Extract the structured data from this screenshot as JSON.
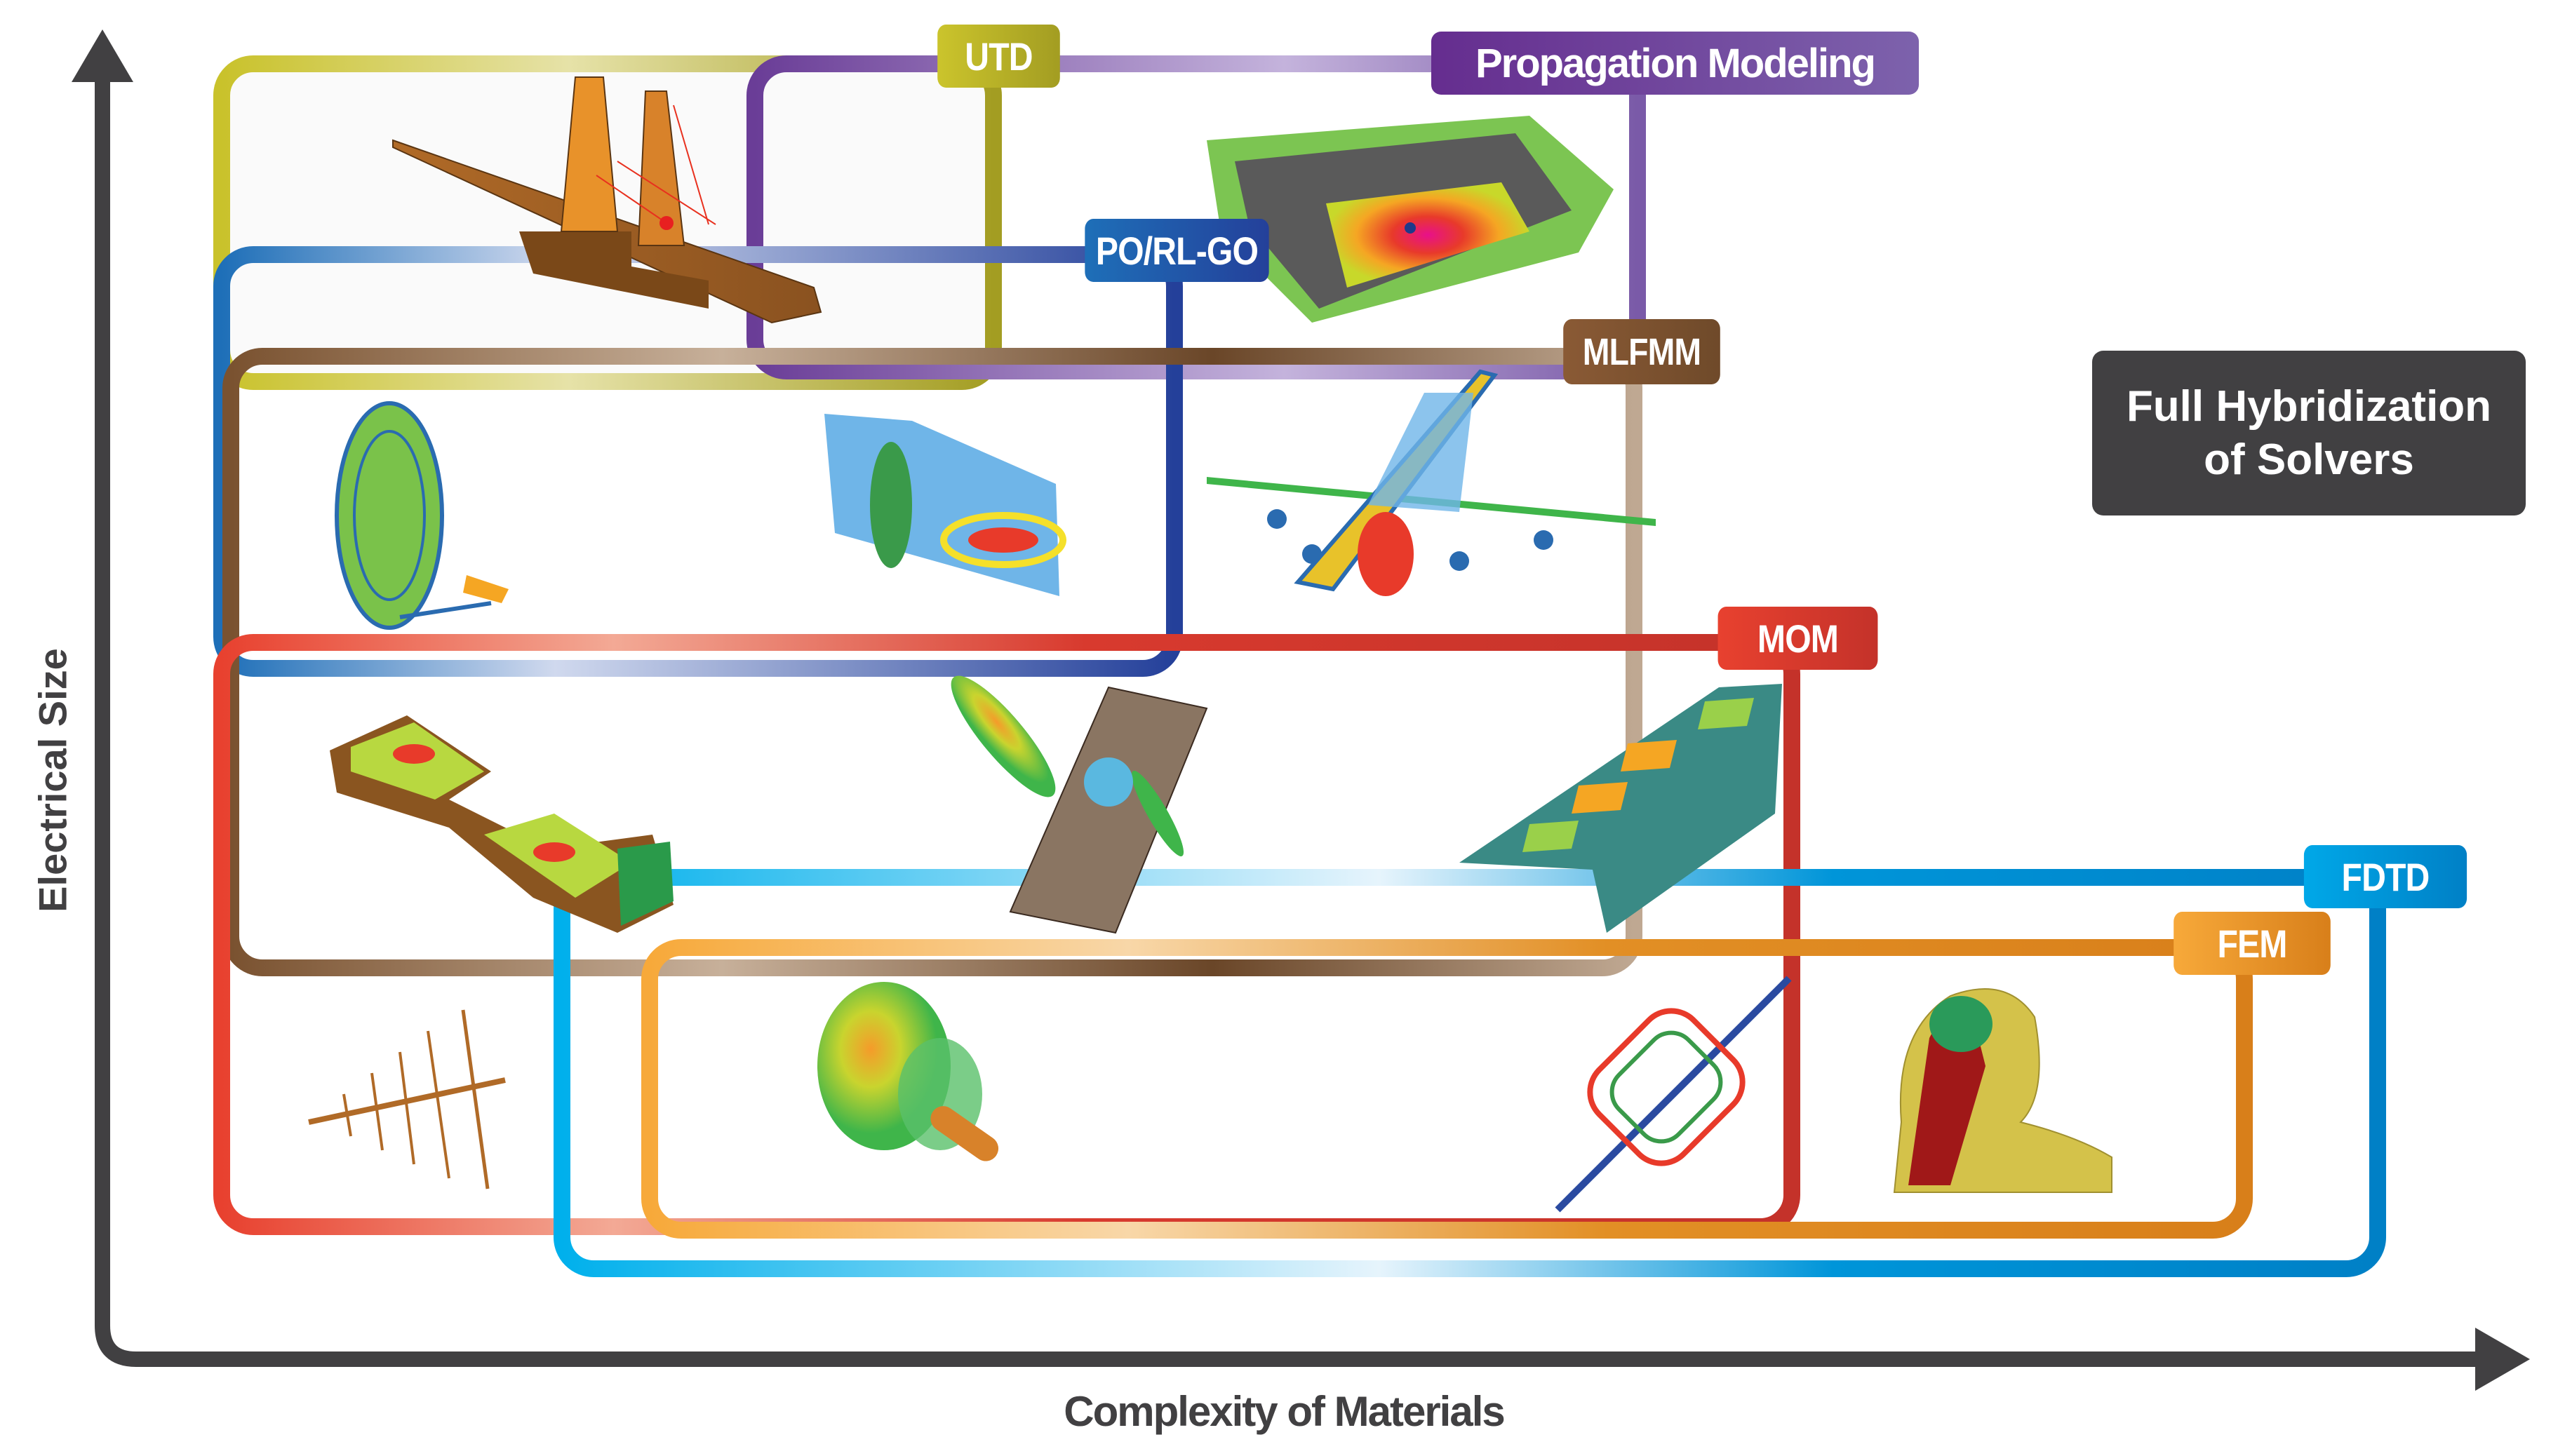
{
  "axes": {
    "x_label": "Complexity of Materials",
    "y_label": "Electrical Size",
    "axis_color": "#414042"
  },
  "callout": {
    "line1": "Full Hybridization",
    "line2": "of Solvers",
    "background": "#414042"
  },
  "solvers": [
    {
      "id": "utd",
      "label": "UTD",
      "color": "#b5ac25",
      "light": "#e6e2a8"
    },
    {
      "id": "propagation",
      "label": "Propagation Modeling",
      "color": "#6a3d97",
      "light": "#c4b3dc"
    },
    {
      "id": "po",
      "label": "PO/RL-GO",
      "color": "#1e63ac",
      "light": "#c7d3ea"
    },
    {
      "id": "mlfmm",
      "label": "MLFMM",
      "color": "#6f4a2a",
      "light": "#c7b09a"
    },
    {
      "id": "mom",
      "label": "MOM",
      "color": "#d83a2e",
      "light": "#f3a995"
    },
    {
      "id": "fdtd",
      "label": "FDTD",
      "color": "#0095d9",
      "light": "#d6eefa"
    },
    {
      "id": "fem",
      "label": "FEM",
      "color": "#e28f25",
      "light": "#f8d7a8"
    }
  ],
  "illustrations": [
    {
      "id": "ship",
      "name": "ship-model"
    },
    {
      "id": "urban",
      "name": "urban-propagation-model"
    },
    {
      "id": "reflector",
      "name": "reflector-antenna"
    },
    {
      "id": "horn",
      "name": "horn-field-plot"
    },
    {
      "id": "aircraft",
      "name": "aircraft-model"
    },
    {
      "id": "cavity",
      "name": "cavity-field-model"
    },
    {
      "id": "array",
      "name": "array-radiation-pattern"
    },
    {
      "id": "wing",
      "name": "wing-antenna-model"
    },
    {
      "id": "lpda",
      "name": "log-periodic-antenna"
    },
    {
      "id": "pattern",
      "name": "radiation-pattern-3d"
    },
    {
      "id": "coil",
      "name": "rfid-coil"
    },
    {
      "id": "head",
      "name": "human-head-model"
    }
  ]
}
